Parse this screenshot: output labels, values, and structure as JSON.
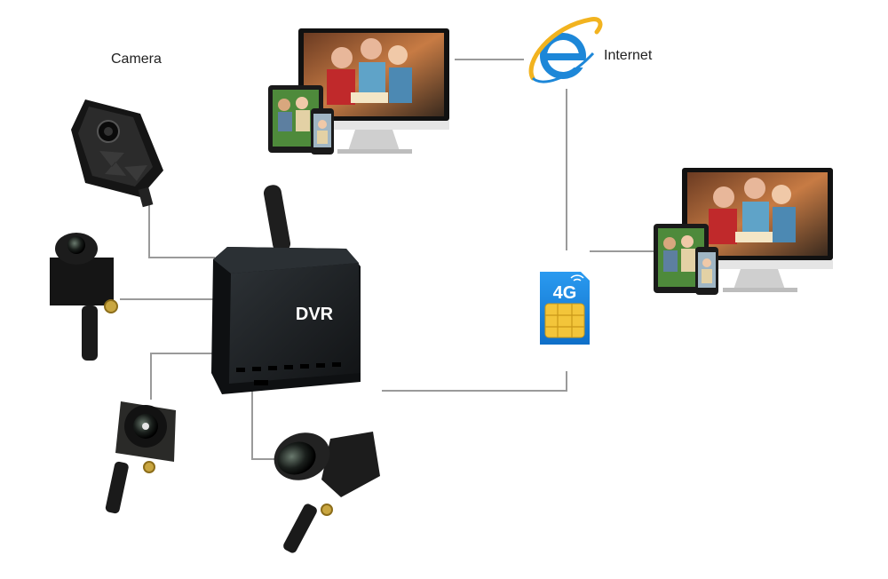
{
  "labels": {
    "camera": "Camera",
    "internet": "Internet",
    "dvr": "DVR",
    "sim": "4G"
  },
  "icons": [
    "monitor-icon",
    "tablet-icon",
    "phone-icon",
    "internet-explorer-icon",
    "sim-card-4g-icon",
    "dvr-box-icon",
    "camera-icon"
  ],
  "colors": {
    "connector": "#9a9a9a",
    "ie_blue": "#1d87d8",
    "sim_blue": "#1a86e0",
    "chip_gold": "#f3c53a",
    "dvr_body": "#1c1f22"
  }
}
